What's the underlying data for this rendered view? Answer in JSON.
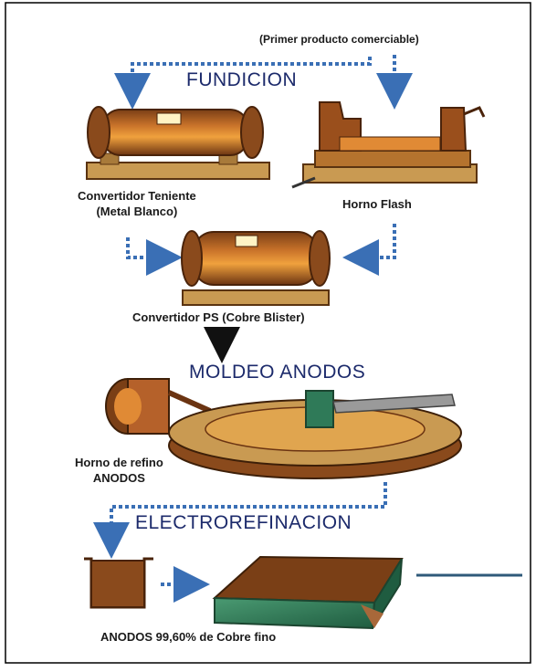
{
  "top_note": "(Primer producto comerciable)",
  "stages": {
    "fundicion": "FUNDICION",
    "moldeo": "MOLDEO ANODOS",
    "electro": "ELECTROREFINACION"
  },
  "labels": {
    "teniente_line1": "Convertidor Teniente",
    "teniente_line2": "(Metal Blanco)",
    "horno_flash": "Horno Flash",
    "convertidor_ps": "Convertidor PS  (Cobre Blister)",
    "horno_refino_line1": "Horno de refino",
    "horno_refino_line2": "ANODOS",
    "anodos_bottom": "ANODOS  99,60%  de Cobre fino"
  },
  "colors": {
    "arrow_blue": "#3a6fb5",
    "furnace_orange": "#d9772a",
    "furnace_brown": "#7a3f16",
    "base_tan": "#c99a52",
    "copper_green": "#2f7a58"
  }
}
